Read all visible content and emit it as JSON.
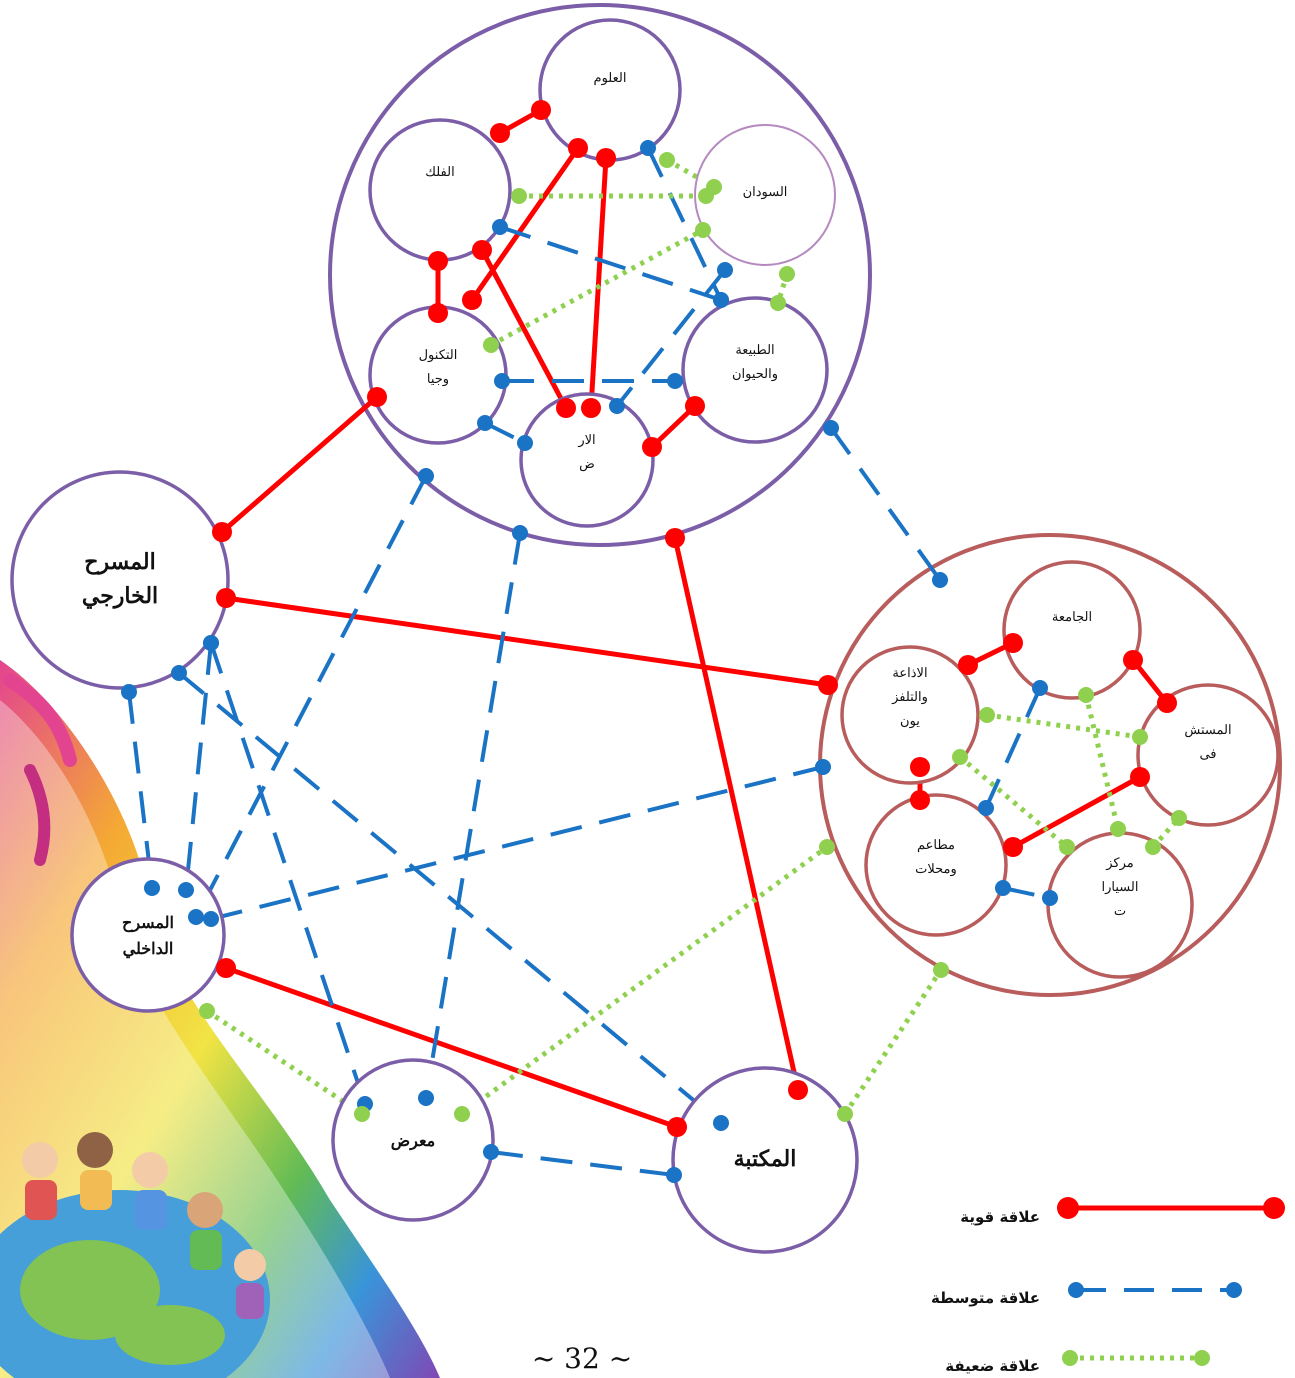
{
  "colors": {
    "strong": "#ff0000",
    "medium": "#1a73c4",
    "weak": "#8fd14f",
    "node_border": "#7b5ea7",
    "cluster_border": "#b85c5c"
  },
  "nodes": {
    "outer_theater": [
      "المسرح",
      "الخارجي"
    ],
    "inner_theater": [
      "المسرح",
      "الداخلي"
    ],
    "exhibition": [
      "معرض"
    ],
    "library": [
      "المكتبة"
    ],
    "sciences": [
      "العلوم"
    ],
    "astronomy": [
      "الفلك"
    ],
    "sudan": [
      "السودان"
    ],
    "technology": [
      "التكنول",
      "وجيا"
    ],
    "nature": [
      "الطبيعة",
      "والحيوان"
    ],
    "earth": [
      "الار",
      "ض"
    ],
    "university": [
      "الجامعة"
    ],
    "radio_tv": [
      "الاذاعة",
      "والتلفز",
      "يون"
    ],
    "hospital": [
      "المستش",
      "فى"
    ],
    "restaurants": [
      "مطاعم",
      "ومحلات"
    ],
    "car_center": [
      "مركز",
      "السيارا",
      "ت"
    ]
  },
  "legend": {
    "strong": "علاقة قوية",
    "medium": "علاقة متوسطة",
    "weak": "علاقة ضعيفة"
  },
  "page_number": "~ 32 ~"
}
